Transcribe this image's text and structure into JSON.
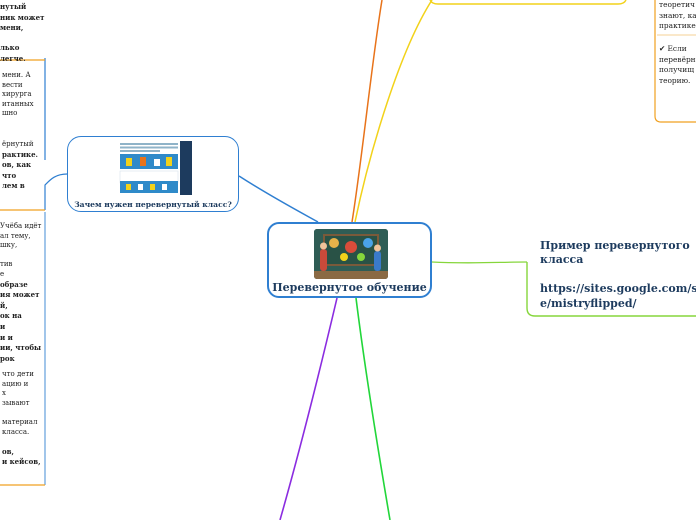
{
  "central": {
    "title": "Перевернутое обучение"
  },
  "why_node": {
    "title": "Зачем нужен перевернутый класс?",
    "infographic_title": "Основные преимущества перевернутого класса перед классическим видом обучения"
  },
  "example_node": {
    "title": "Пример перевернутого класса",
    "link": "https://sites.google.com/site/mistryflipped/"
  },
  "left_top_lines": [
    "нутый",
    "ник может",
    "мени,",
    "",
    "лько",
    "легче."
  ],
  "left_mid_lines": [
    "мени. А",
    "вести",
    "хирурга",
    "итанных",
    "шно"
  ],
  "left_mid2_lines": [
    "ёрнутый",
    "рактике.",
    "ов, как",
    "что",
    "лем в"
  ],
  "left_low_lines": [
    "Учёба идёт",
    "ал тему,",
    "шку,",
    "",
    "тив",
    "е",
    "образе",
    "ия может",
    "й,",
    "ок на",
    "и",
    "и и",
    "ии, чтобы",
    "рок"
  ],
  "left_bottom_lines": [
    "что дети",
    "ацию и",
    "х",
    "зывают",
    "",
    "материал",
    "класса.",
    "",
    "ов,",
    "и кейсов,"
  ],
  "right_top_lines": [
    "теоретич",
    "знают, ка",
    "практике"
  ],
  "right_check_lines": [
    "✔ Если",
    "перевёрн",
    "получищ",
    "теорию."
  ],
  "colors": {
    "central_border": "#2f7fd1",
    "branch_blue": "#2f7fd1",
    "branch_orange": "#f0a020",
    "branch_orange_dark": "#e8731a",
    "branch_yellow": "#f2d21a",
    "branch_green": "#86d63c",
    "branch_purple": "#8b2ce0",
    "branch_bright_green": "#22d63a",
    "text_dark": "#1d3b5e"
  }
}
